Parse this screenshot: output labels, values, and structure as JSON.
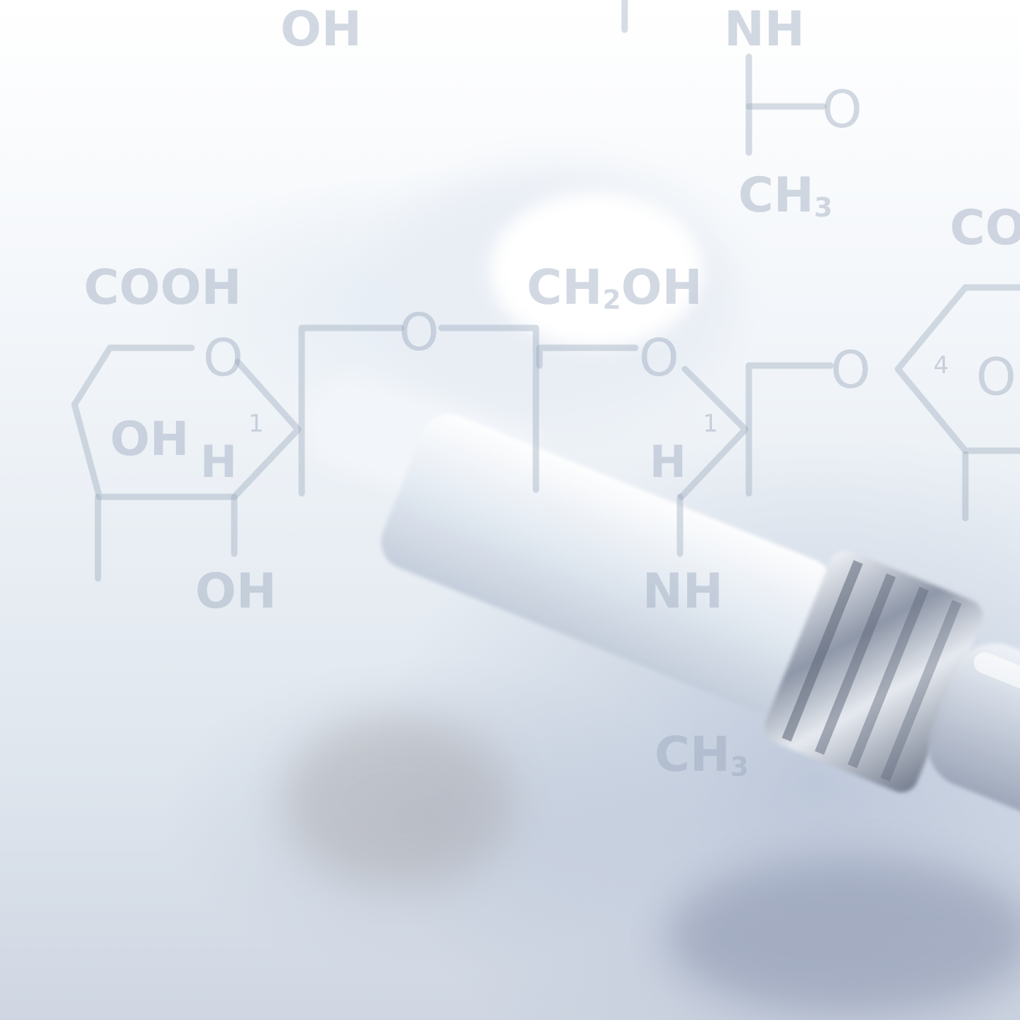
{
  "labels": {
    "oh_top": "OH",
    "nh_top": "NH",
    "o_right": "O",
    "ch3_top": "CH",
    "ch3_top_sub": "3",
    "co_right": "CO",
    "cooh": "COOH",
    "ch2oh": "CH",
    "ch2oh_sub": "2",
    "ch2oh_tail": "OH",
    "o_ring1": "O",
    "o_link1": "O",
    "o_ring2": "O",
    "o_link2": "O",
    "o_ring3": "O",
    "num_1a": "1",
    "num_1b": "1",
    "num_4": "4",
    "oh_ring": "OH",
    "h_ring1": "H",
    "h_ring2": "H",
    "oh_bottom": "OH",
    "nh_bottom": "NH",
    "ch3_bottom": "CH",
    "ch3_bottom_sub": "3"
  },
  "colors": {
    "formula": "#96a5b9",
    "background_top": "#ffffff",
    "background_bottom": "#cfd6e2",
    "syringe_metal": "#7d8698"
  }
}
